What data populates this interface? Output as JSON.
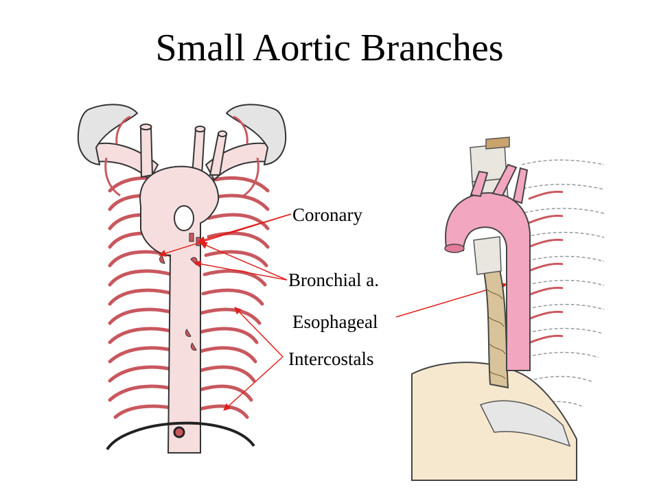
{
  "slide": {
    "title": "Small Aortic Branches"
  },
  "labels": {
    "coronary": "Coronary",
    "bronchial": "Bronchial a.",
    "esophageal": "Esophageal",
    "intercostals": "Intercostals"
  },
  "colors": {
    "aorta_fill": "#f6dede",
    "aorta_side_fill": "#f2a6bf",
    "artery_branch": "#c8585e",
    "esophagus_fill": "#d8c39a",
    "pointer_line": "#e0201c",
    "outline": "#333333"
  },
  "icons": {
    "anterior_view": "aorta-anterior-illustration",
    "lateral_view": "aorta-lateral-illustration"
  }
}
